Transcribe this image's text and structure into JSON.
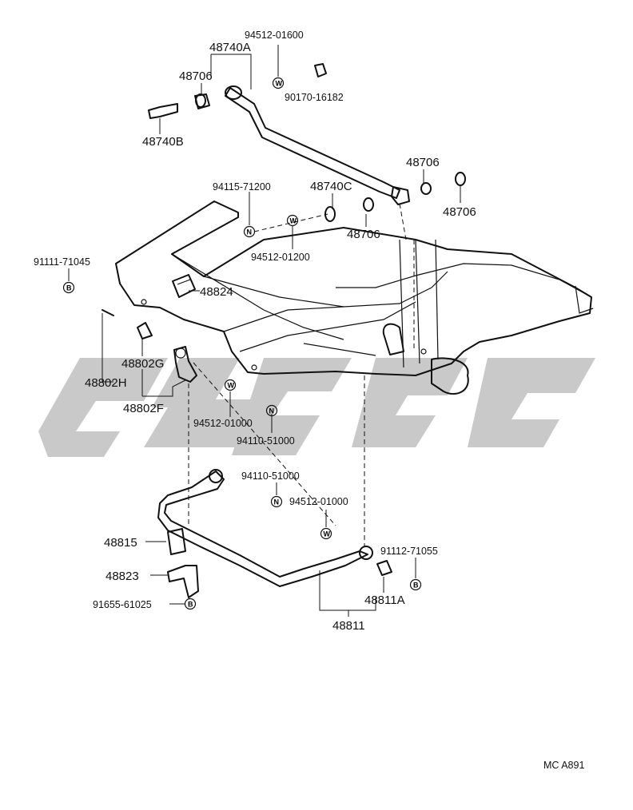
{
  "diagram": {
    "code": "MC A891",
    "watermark_color": "#c9c9c9",
    "line_color": "#111111",
    "labels": {
      "p94512_01600": "94512-01600",
      "p48740A": "48740A",
      "p48706_top": "48706",
      "p90170_16182": "90170-16182",
      "p48740B": "48740B",
      "p48706_right1": "48706",
      "p48706_right2": "48706",
      "p94115_71200": "94115-71200",
      "p48740C": "48740C",
      "p48706_mid": "48706",
      "p94512_01200": "94512-01200",
      "p91111_71045": "91111-71045",
      "p48824": "48824",
      "p48802G": "48802G",
      "p48802H": "48802H",
      "p48802F": "48802F",
      "p94512_01000_a": "94512-01000",
      "p94110_51000_a": "94110-51000",
      "p94110_51000_b": "94110-51000",
      "p94512_01000_b": "94512-01000",
      "p48815": "48815",
      "p91112_71055": "91112-71055",
      "p48823": "48823",
      "p48811A": "48811A",
      "p91655_61025": "91655-61025",
      "p48811": "48811"
    },
    "symbols": {
      "washer": "W",
      "nut": "N",
      "bolt": "B"
    }
  }
}
